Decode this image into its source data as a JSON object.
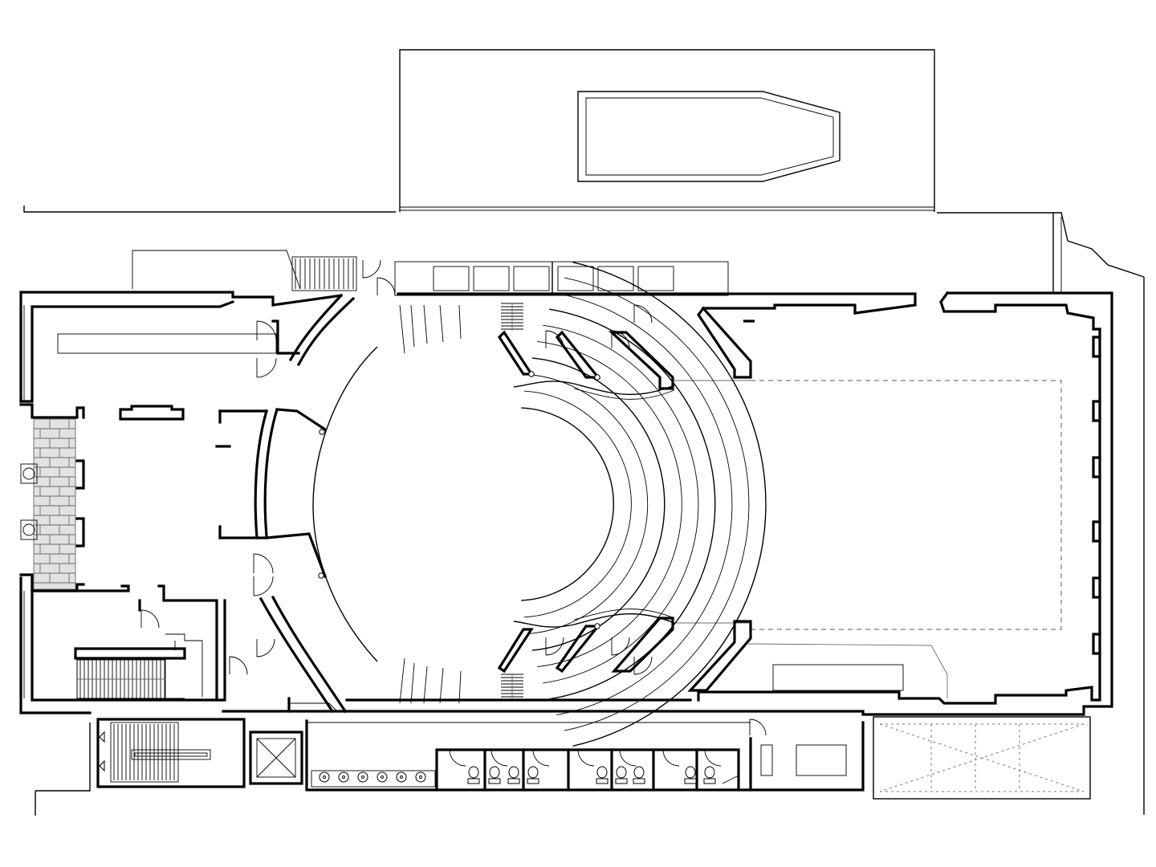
{
  "diagram": {
    "kind": "architectural floor plan",
    "colors": {
      "background": "#ffffff",
      "line": "#000000",
      "secondary_line": "#6b6b6b",
      "brick_hatch": "#e2e2e2"
    },
    "seating": {
      "rows": 10,
      "form": "horseshoe"
    },
    "restroom_stalls": 9,
    "lavatories": 6,
    "stairs": 4,
    "elevators": 1,
    "text_labels": []
  }
}
